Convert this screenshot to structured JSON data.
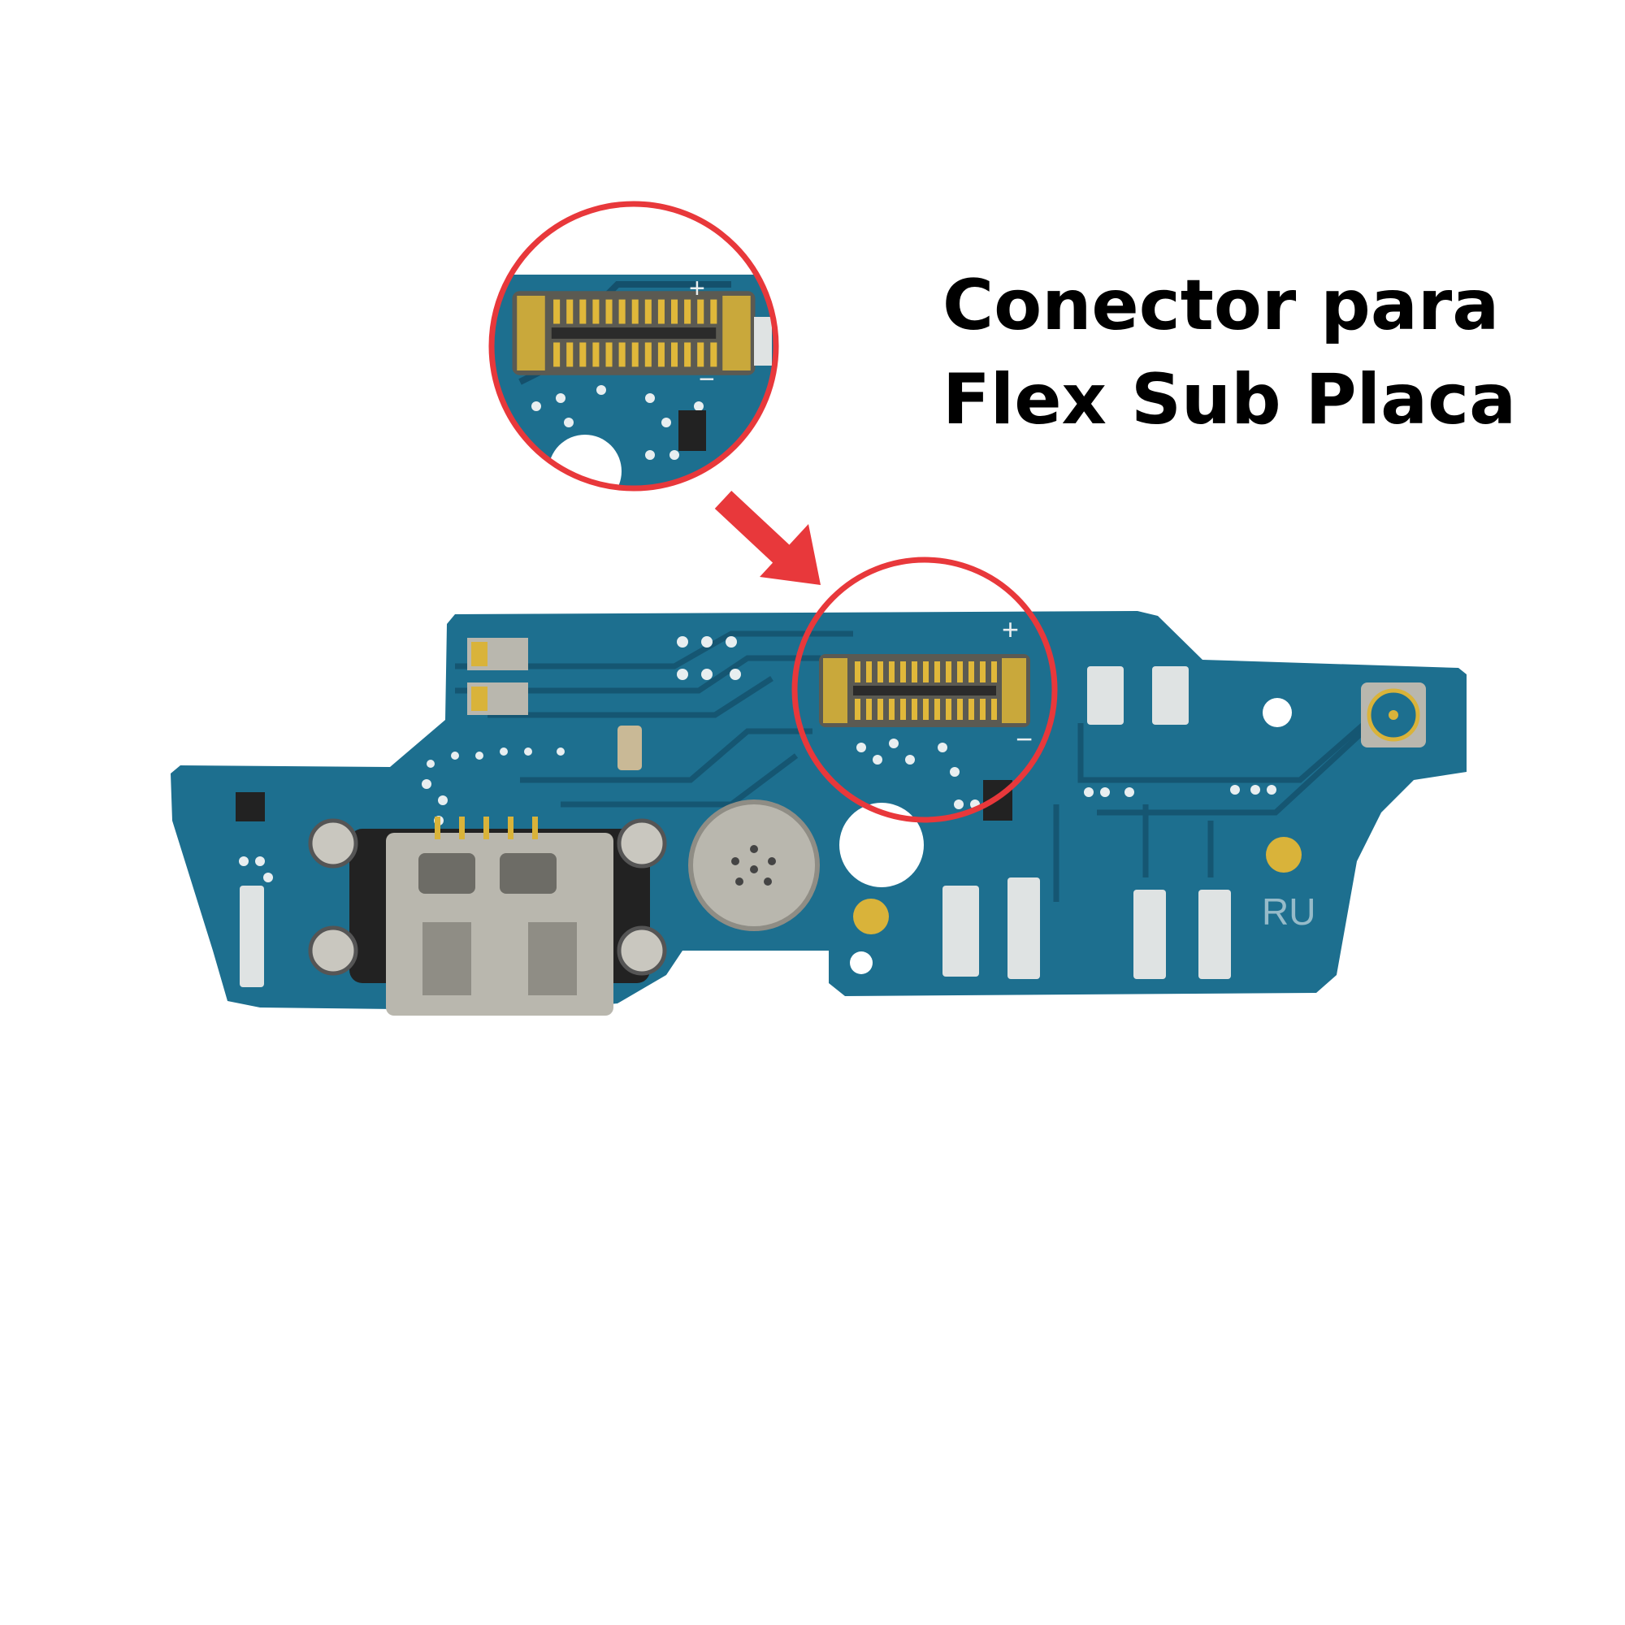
{
  "heading": {
    "line1": "Conector para",
    "line2": "Flex Sub Placa"
  },
  "board": {
    "silkscreen_label": "RU",
    "plus_mark": "+",
    "minus_mark": "−"
  },
  "colors": {
    "pcb": "#1d6f8f",
    "pcb_dark": "#14506c",
    "highlight": "#e8383b",
    "gold": "#d9b33a",
    "metal": "#b9b7ae"
  }
}
